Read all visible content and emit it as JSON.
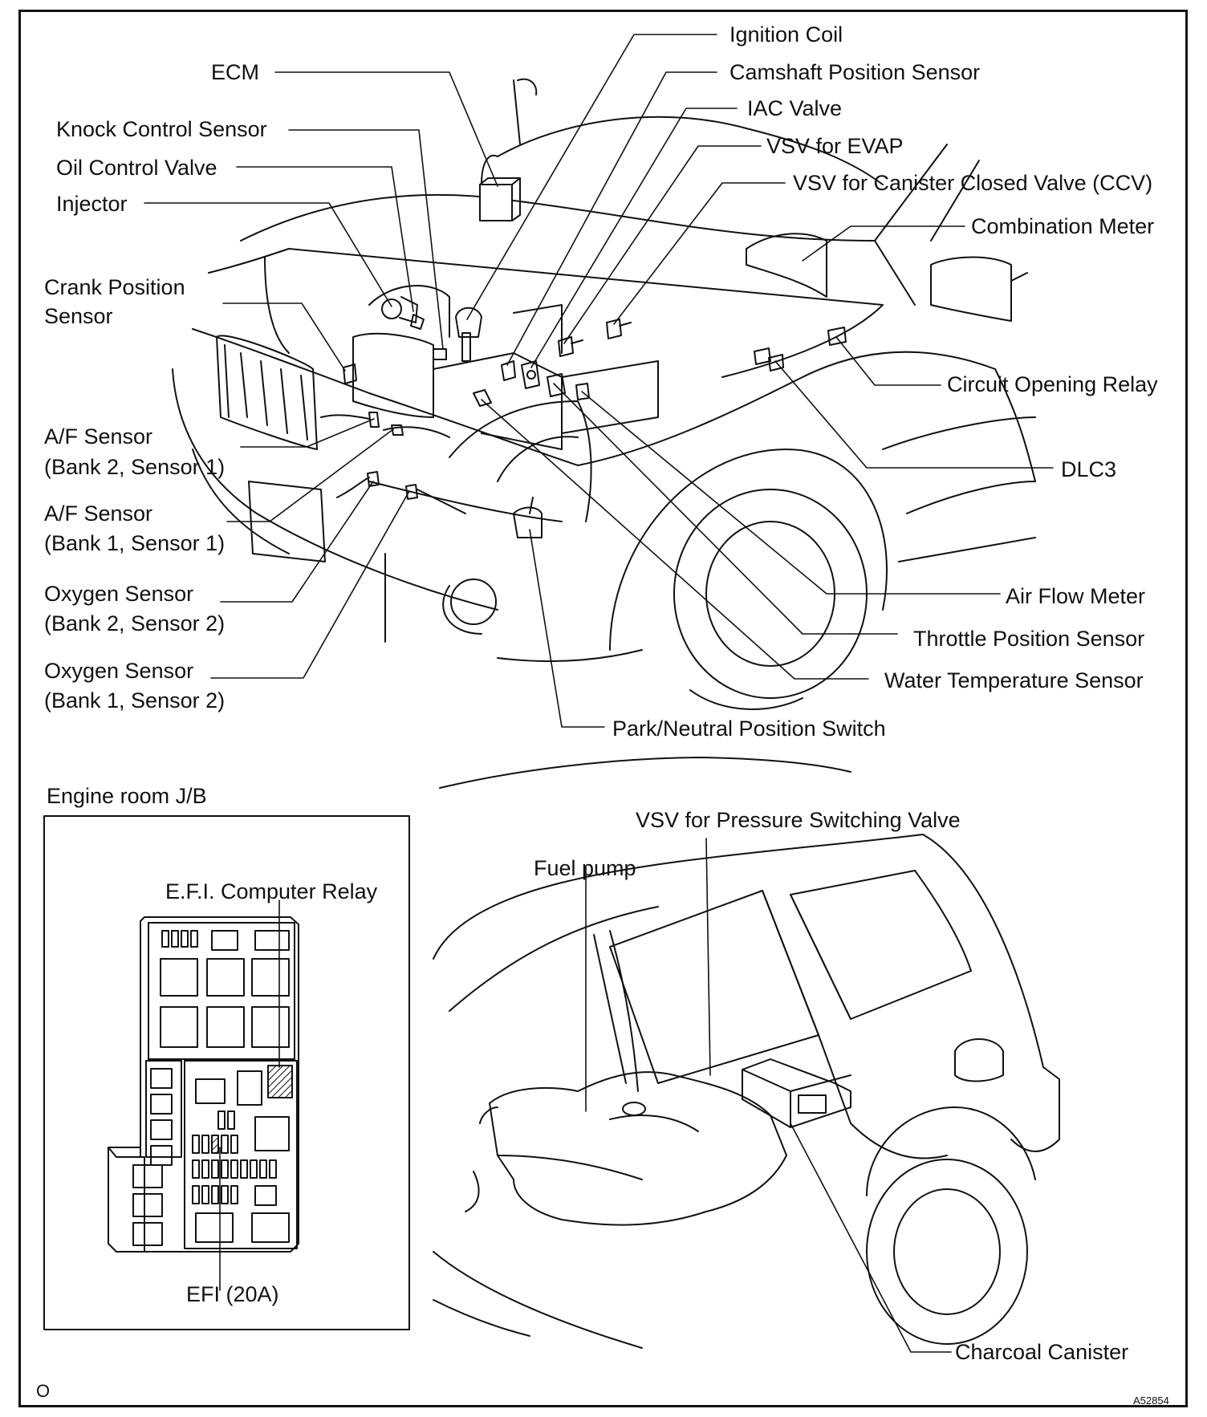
{
  "engine_labels": {
    "ecm": "ECM",
    "knock_control_sensor": "Knock Control Sensor",
    "oil_control_valve": "Oil Control Valve",
    "injector": "Injector",
    "crank_position_sensor_1": "Crank Position",
    "crank_position_sensor_2": "Sensor",
    "af_sensor_b2s1_1": "A/F Sensor",
    "af_sensor_b2s1_2": "(Bank 2, Sensor 1)",
    "af_sensor_b1s1_1": "A/F Sensor",
    "af_sensor_b1s1_2": "(Bank 1, Sensor 1)",
    "oxygen_sensor_b2s2_1": "Oxygen Sensor",
    "oxygen_sensor_b2s2_2": "(Bank 2, Sensor 2)",
    "oxygen_sensor_b1s2_1": "Oxygen Sensor",
    "oxygen_sensor_b1s2_2": "(Bank 1, Sensor 2)",
    "ignition_coil": "Ignition Coil",
    "camshaft_position_sensor": "Camshaft Position Sensor",
    "iac_valve": "IAC Valve",
    "vsv_for_evap": "VSV for EVAP",
    "vsv_for_ccv": "VSV for Canister Closed Valve (CCV)",
    "combination_meter": "Combination Meter",
    "circuit_opening_relay": "Circuit Opening Relay",
    "dlc3": "DLC3",
    "air_flow_meter": "Air Flow Meter",
    "throttle_position_sensor": "Throttle Position Sensor",
    "water_temperature_sensor": "Water Temperature Sensor",
    "park_neutral_position_switch": "Park/Neutral Position Switch"
  },
  "junction_block": {
    "title": "Engine room J/B",
    "efi_computer_relay": "E.F.I. Computer Relay",
    "efi_fuse": "EFI (20A)"
  },
  "rear_labels": {
    "vsv_pressure_switching_valve": "VSV for Pressure  Switching Valve",
    "fuel_pump": "Fuel pump",
    "charcoal_canister": "Charcoal Canister"
  },
  "footer": {
    "corner_mark": "O",
    "figure_code": "A52854"
  }
}
